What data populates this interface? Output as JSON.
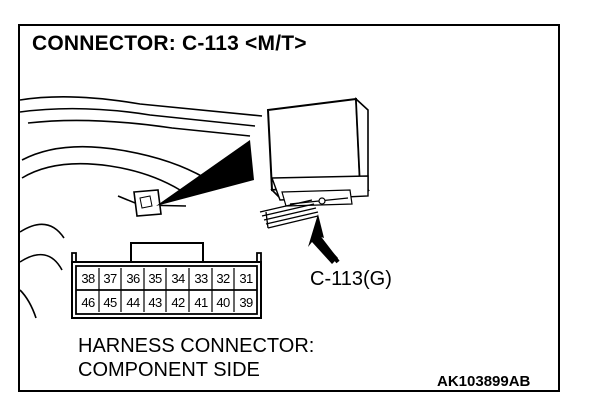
{
  "title": "CONNECTOR: C-113 <M/T>",
  "connector_id_label": "C-113(G)",
  "harness_label": {
    "line1": "HARNESS CONNECTOR:",
    "line2": "COMPONENT SIDE"
  },
  "figure_code": "AK103899AB",
  "pins": {
    "top_row": [
      "38",
      "37",
      "36",
      "35",
      "34",
      "33",
      "32",
      "31"
    ],
    "bottom_row": [
      "46",
      "45",
      "44",
      "43",
      "42",
      "41",
      "40",
      "39"
    ]
  }
}
